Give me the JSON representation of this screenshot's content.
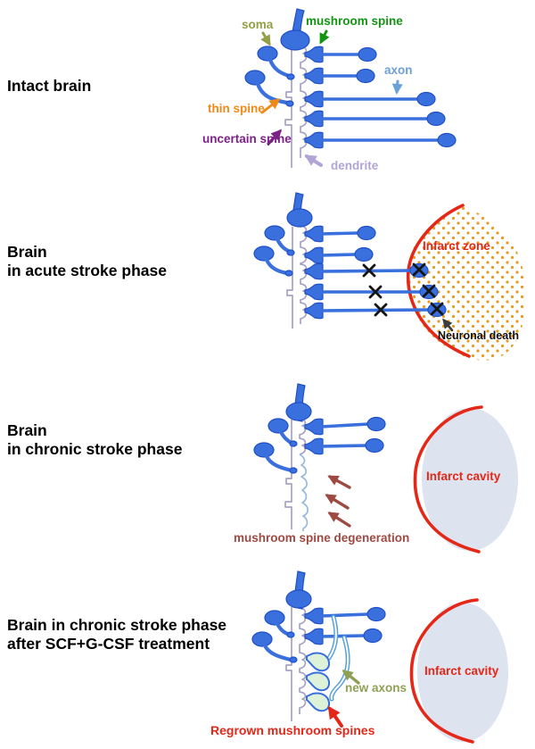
{
  "figure": {
    "panels": [
      {
        "title": "Intact brain",
        "labels": {
          "soma": "soma",
          "mushroom_spine": "mushroom spine",
          "axon": "axon",
          "thin_spine": "thin spine",
          "uncertain_spine": "uncertain spine",
          "dendrite": "dendrite"
        }
      },
      {
        "title": "Brain\nin acute stroke phase",
        "labels": {
          "infarct_zone": "Infarct zone",
          "neuronal_death": "Neuronal death"
        }
      },
      {
        "title": "Brain\nin chronic stroke phase",
        "labels": {
          "degeneration": "mushroom spine degeneration",
          "infarct_cavity": "Infarct cavity"
        }
      },
      {
        "title": "Brain in chronic stroke phase\nafter SCF+G-CSF treatment",
        "labels": {
          "new_axons": "new axons",
          "infarct_cavity": "Infarct cavity",
          "regrown_spines": "Regrown mushroom spines"
        }
      }
    ]
  },
  "colors": {
    "blue": "#3a70dd",
    "blue_dark": "#2050c8",
    "dendrite_outline": "#a6a3c2",
    "degen_edge": "#96b9dc",
    "soma_label": "#93a046",
    "mushroom_label": "#129612",
    "axon_label": "#6ba0d8",
    "new_axon": "#58a0dc",
    "thin_label": "#ef8918",
    "uncertain_label": "#7c2287",
    "dendrite_label": "#b2a4d5",
    "red": "#e52718",
    "dot_orange": "#e79b22",
    "cavity_fill": "#dde4ef",
    "brick": "#9e4a42",
    "new_axons_label": "#8fa055",
    "death_arrow": "#3c3c3c",
    "death_text": "#111111",
    "regrown_fill": "#ddf2d8"
  }
}
